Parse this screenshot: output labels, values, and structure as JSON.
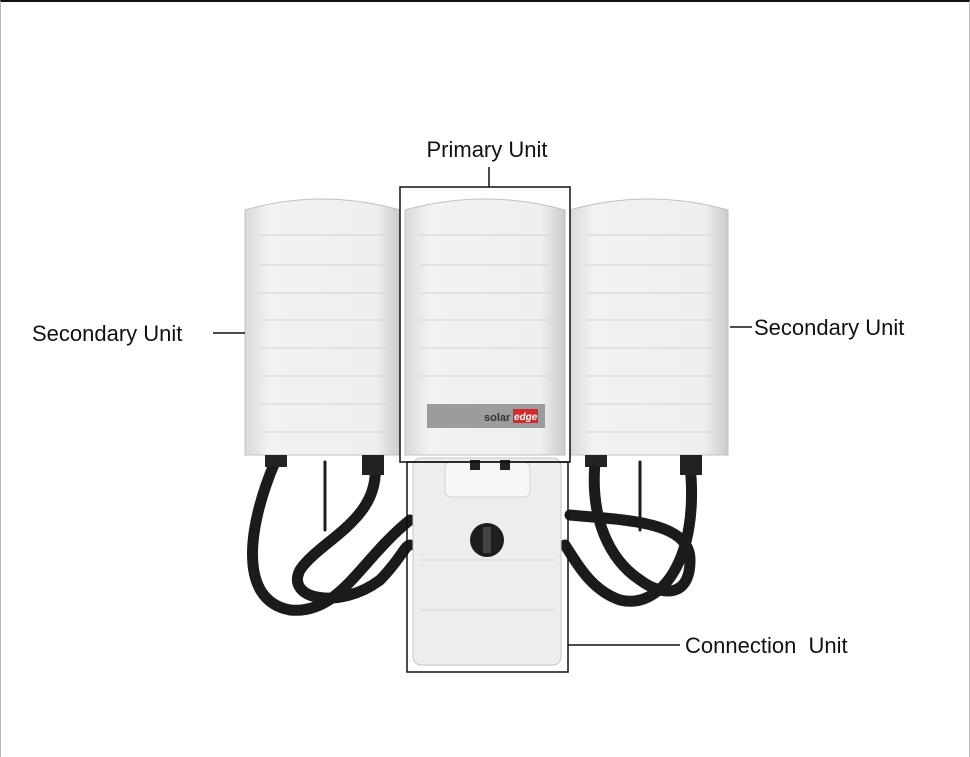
{
  "labels": {
    "primary": "Primary Unit",
    "secondary_left": "Secondary Unit",
    "secondary_right": "Secondary Unit",
    "connection": "Connection  Unit"
  },
  "logo": {
    "text_left": "solar",
    "text_right": "edge",
    "brand_color": "#d42a2a"
  }
}
